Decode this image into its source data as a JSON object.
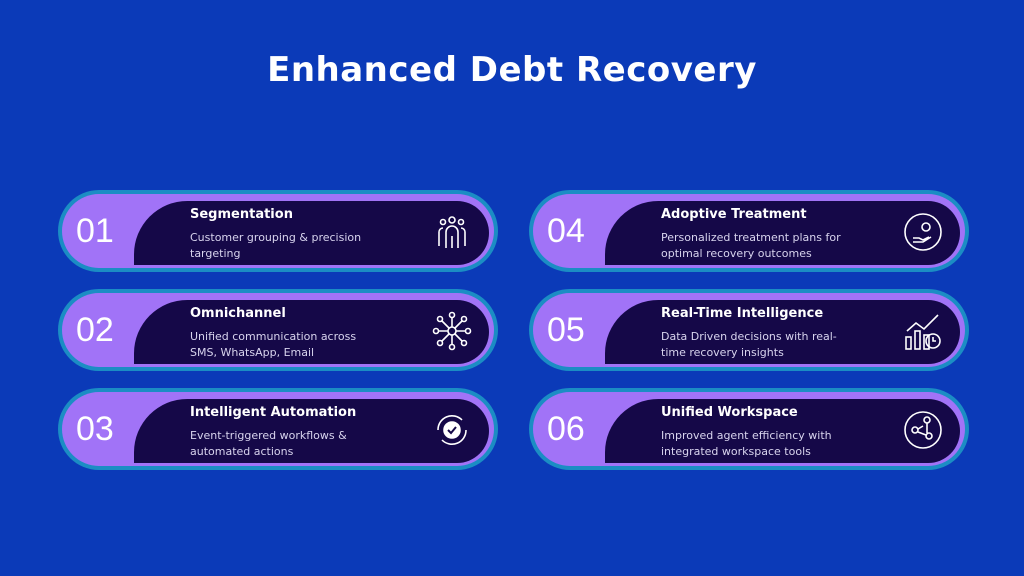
{
  "title": "Enhanced Debt Recovery",
  "cards": [
    {
      "num": "01",
      "title": "Segmentation",
      "desc": "Customer grouping & precision targeting",
      "icon": "people-group-icon"
    },
    {
      "num": "02",
      "title": "Omnichannel",
      "desc": "Unified communication across SMS, WhatsApp, Email",
      "icon": "network-hub-icon"
    },
    {
      "num": "03",
      "title": "Intelligent Automation",
      "desc": "Event-triggered workflows & automated actions",
      "icon": "gear-check-cycle-icon"
    },
    {
      "num": "04",
      "title": "Adoptive Treatment",
      "desc": "Personalized treatment plans for optimal recovery outcomes",
      "icon": "hand-gear-icon"
    },
    {
      "num": "05",
      "title": "Real-Time Intelligence",
      "desc": "Data Driven decisions with real-time recovery insights",
      "icon": "chart-clock-icon"
    },
    {
      "num": "06",
      "title": "Unified Workspace",
      "desc": "Improved agent efficiency with integrated workspace tools",
      "icon": "connected-users-icon"
    }
  ]
}
